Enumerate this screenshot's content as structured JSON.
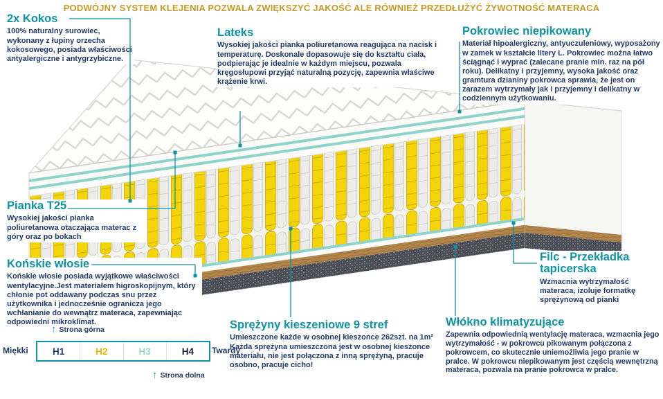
{
  "header": {
    "title": "PODWÓJNY SYSTEM KLEJENIA POZWALA ZWIĘKSZYĆ JAKOŚĆ ALE RÓWNIEŻ PRZEDŁUŻYĆ ŻYWOTNOŚĆ MATERACA"
  },
  "annotations": {
    "kokos": {
      "title": "2x Kokos",
      "body": "100% naturalny surowiec, wykonany z łupiny orzecha kokosowego, posiada właściwości antyalergiczne i antygrzybiczne."
    },
    "pianka": {
      "title": "Pianka T25",
      "body": "Wysokiej jakości pianka poliuretanowa otaczająca materac z góry oraz po bokach"
    },
    "konskie": {
      "title": "Końskie włosie",
      "body": "Końskie włosie posiada wyjątkowe właściwości wentylacyjne.Jest materiałem higroskopijnym, który chłonie pot oddawany podczas snu przez użytkownika i jednocześnie ogranicza jego wchłanianie do wewnątrz materaca, zapewniając odpowiedni mikroklimat."
    },
    "lateks": {
      "title": "Lateks",
      "body": "Wysokiej jakości pianka poliuretanowa reagująca na nacisk i temperaturę. Doskonale dopasowuje się do kształtu ciała, podpierając je idealnie w każdym miejscu, pozwala kręgosłupowi przyjąć naturalną pozycję, zapewnia właściwe krążenie krwi."
    },
    "pokrowiec": {
      "title": "Pokrowiec niepikowany",
      "body": "Materiał hipoalergiczny, antyuczuleniowy, wyposażony w zamek w kształcie litery L. Pokrowiec można łatwo ściągnąć i wyprać (zalecane pranie min. raz na pół roku). Delikatny i przyjemny, wysoka jakość oraz gramtura dzianiny pokrowca sprawia, że jest on zarazem wytrzymały jak i przyjemny i delikatny w codziennym użytkowaniu."
    },
    "filc": {
      "title": "Filc - Przekładka tapicerska",
      "body": "Wzmacnia wytrzymałość materaca, izoluje formatkę sprężynową od pianki"
    },
    "wlokno": {
      "title": "Włókno klimatyzujące",
      "body": "Zapewnia odpowiednią wentylację materaca, wzmacnia jego wytrzymałość - w pokrowcu pikowanym połączona z pokrowcem, co skutecznie uniemożliwia jego pranie w pralce. W pokrowcu niepikowanym jest częścią wewnętrzną materaca, pozwala na pranie pokrowca w pralce."
    },
    "sprezyny": {
      "title": "Sprężyny kieszeniowe 9 stref",
      "body": "Umieszczone każde w osobnej kieszonce 262szt. na 1m² Każda sprężyna umieszczona jest w osobnej kieszonce materiału, nie jest połączona z inną sprężyną, pracuje osobno, pracuje cicho!"
    }
  },
  "scale": {
    "top_label": "Strona górna",
    "bottom_label": "Strona dolna",
    "left_label": "Miękki",
    "right_label": "Twardy",
    "levels": [
      "H1",
      "H2",
      "H3",
      "H4"
    ]
  },
  "icons": {
    "arrow_up": "↑"
  },
  "colors": {
    "heading_teal": "#0d93a4",
    "body_navy": "#223a66",
    "header_gold": "#c59a28",
    "spring_yellow": "#f2d408",
    "layer_teal": "#8ed3ca",
    "base_brown": "#b2854a",
    "h2_yellow": "#ddb900",
    "h3_teal": "#98d5cd"
  }
}
